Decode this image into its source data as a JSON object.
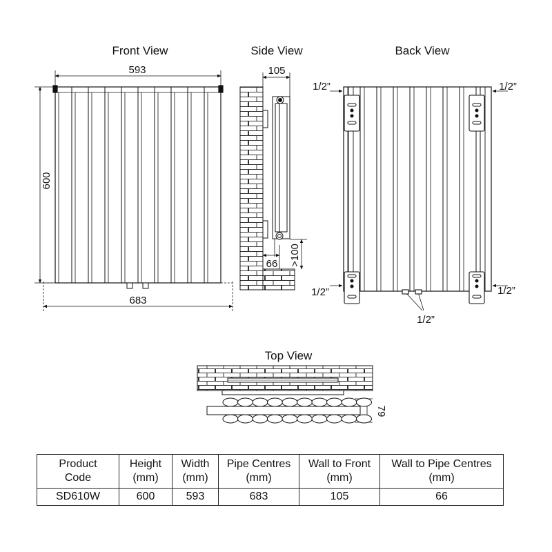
{
  "views": {
    "front": "Front View",
    "side": "Side View",
    "back": "Back View",
    "top": "Top View"
  },
  "dims": {
    "front_width": "593",
    "front_height": "600",
    "front_pipe_centres": "683",
    "side_depth": "105",
    "side_clearance": ">100",
    "side_wall_to_pipe": "66",
    "back_inlet_top_left": "1/2”",
    "back_inlet_top_right": "1/2”",
    "back_inlet_bottom_left": "1/2”",
    "back_inlet_bottom_right": "1/2”",
    "back_valve": "1/2”",
    "top_depth": "79"
  },
  "table": {
    "headers": [
      [
        "Product",
        "Code"
      ],
      [
        "Height",
        "(mm)"
      ],
      [
        "Width",
        "(mm)"
      ],
      [
        "Pipe Centres",
        "(mm)"
      ],
      [
        "Wall to Front",
        "(mm)"
      ],
      [
        "Wall to Pipe Centres",
        "(mm)"
      ]
    ],
    "rows": [
      [
        "SD610W",
        "600",
        "593",
        "683",
        "105",
        "66"
      ]
    ]
  }
}
